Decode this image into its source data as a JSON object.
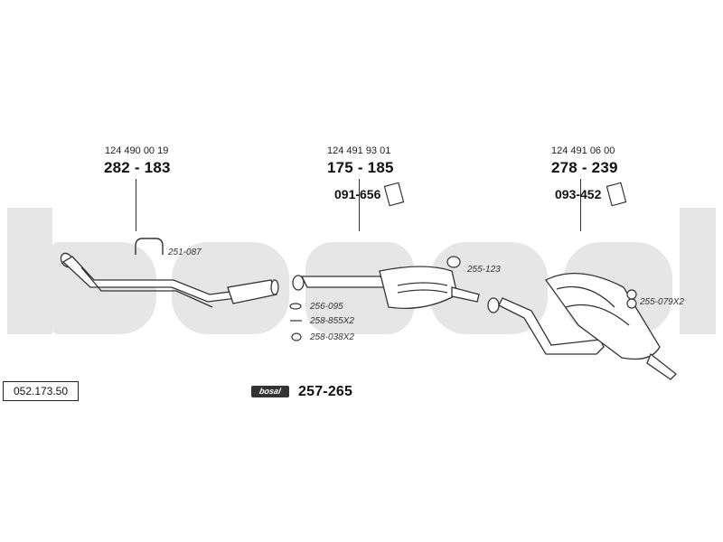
{
  "catalog_number": "052.173.50",
  "watermark_text": "bosal",
  "colors": {
    "watermark": "#e6e6e6",
    "lines": "#333333"
  },
  "components": [
    {
      "oem_number": "124 490 00 19",
      "part_number": "282 - 183"
    },
    {
      "oem_number": "124 491 93 01",
      "part_number": "175 - 185",
      "mount_number": "091-656"
    },
    {
      "oem_number": "124 491 06 00",
      "part_number": "278 - 239",
      "mount_number": "093-452"
    }
  ],
  "references": {
    "clamp": "251-087",
    "ring_mid": "255-123",
    "gasket": "256-095",
    "bolt": "258-855X2",
    "nut": "258-038X2",
    "rubber_pair": "255-079X2"
  },
  "assembly_kit": {
    "logo_text": "bosal",
    "part_number": "257-265"
  }
}
